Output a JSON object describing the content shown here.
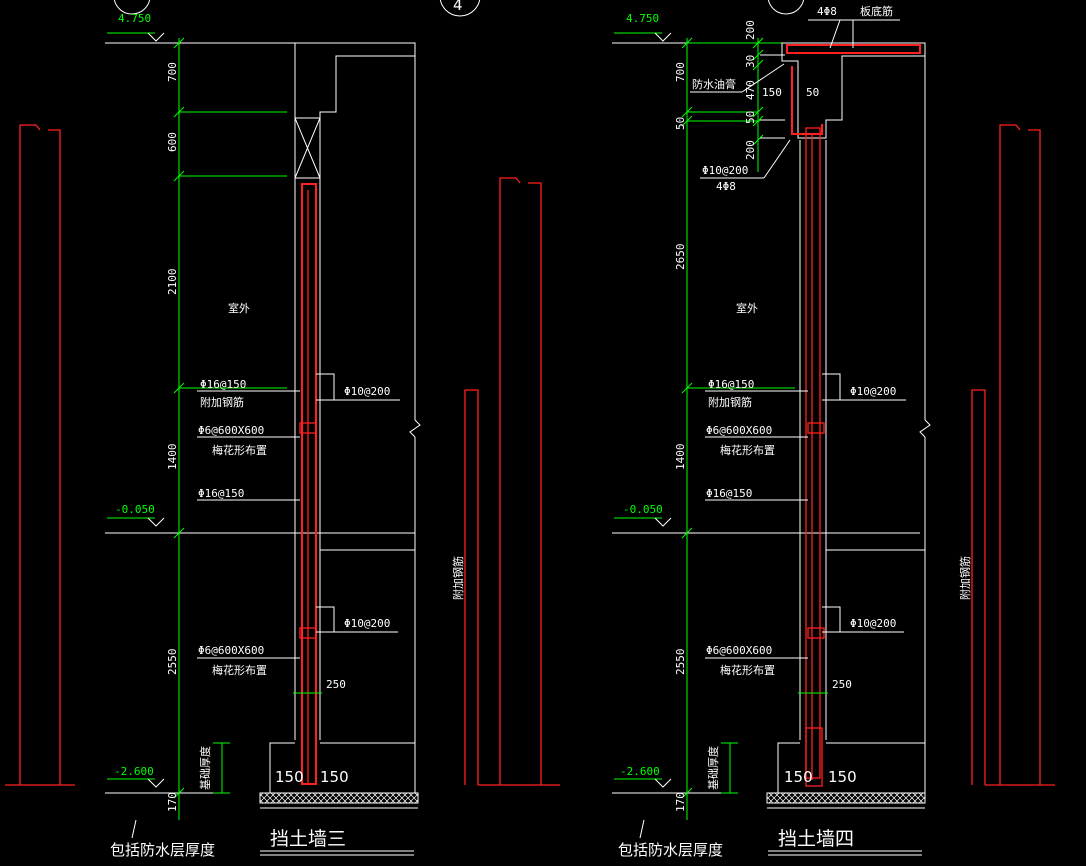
{
  "elevations": {
    "top": "4.750",
    "ground": "-0.050",
    "bottom": "-2.600"
  },
  "wall_3": {
    "title": "挡土墙三",
    "dims_left": [
      "700",
      "600",
      "2100",
      "1400",
      "2550"
    ],
    "dim_bottom": "170",
    "outdoor": "室外",
    "upper_rebar": "Φ16@150",
    "added_bar": "附加钢筋",
    "tie": "Φ6@600X600",
    "quincunx": "梅花形布置",
    "lower_rebar": "Φ16@150",
    "horiz": "Φ10@200",
    "dim_250": "250",
    "foot_left": "150",
    "foot_right": "150",
    "wp_note": "包括防水层厚度",
    "soil_thk": "基础厚度",
    "side_label": "附加钢筋",
    "circle": "4"
  },
  "wall_4": {
    "title": "挡土墙四",
    "dims_left": [
      "700",
      "50",
      "2650",
      "1400",
      "2550"
    ],
    "dim_bottom": "170",
    "top_dims": [
      "200",
      "30",
      "470",
      "50",
      "200"
    ],
    "dim_150": "150",
    "dim_50": "50",
    "bar_4phi8_top": "4Φ8",
    "slab_bar": "板底筋",
    "waterstop": "防水油膏",
    "stirrup": "Φ10@200",
    "bar_4phi8": "4Φ8",
    "outdoor": "室外",
    "upper_rebar": "Φ16@150",
    "added_bar": "附加钢筋",
    "tie": "Φ6@600X600",
    "quincunx": "梅花形布置",
    "lower_rebar": "Φ16@150",
    "horiz": "Φ10@200",
    "dim_250": "250",
    "foot_left": "150",
    "foot_right": "150",
    "wp_note": "包括防水层厚度",
    "soil_thk": "基础厚度",
    "side_label": "附加钢筋"
  }
}
